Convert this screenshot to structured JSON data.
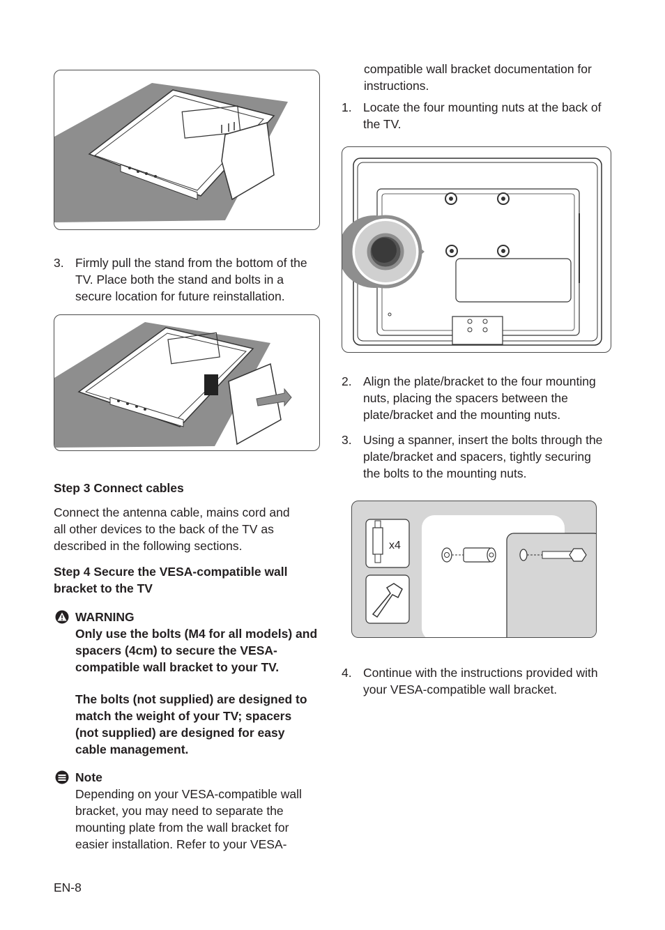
{
  "left": {
    "step3_item": {
      "number": "3.",
      "text": "Firmly pull the stand from the bottom of the TV. Place both the stand and bolts in a secure location for future reinstallation."
    },
    "step3_heading": "Step 3 Connect cables",
    "step3_body": "Connect the antenna cable, mains cord and all other devices to the back of the TV as described in the following sections.",
    "step4_heading": "Step 4 Secure the VESA-compatible wall bracket to the TV",
    "warning": {
      "title": "WARNING",
      "icon": "warning-triangle-icon",
      "paragraph1": "Only use the bolts (M4 for all models) and spacers (4cm) to secure the VESA-compatible wall bracket to your TV.",
      "paragraph2": "The bolts (not supplied) are designed to match the weight of your TV; spacers (not supplied) are designed for easy cable management."
    },
    "note": {
      "title": "Note",
      "icon": "note-icon",
      "body": "Depending on your VESA-compatible wall bracket, you may need to separate the mounting plate from the wall bracket for easier installation. Refer to your VESA-"
    }
  },
  "right": {
    "continuation": "compatible wall bracket documentation for instructions.",
    "items": [
      {
        "number": "1.",
        "text": "Locate the four mounting nuts at the back of the TV."
      },
      {
        "number": "2.",
        "text": "Align the plate/bracket to the four mounting nuts, placing the spacers between the plate/bracket and the mounting nuts."
      },
      {
        "number": "3.",
        "text": "Using a spanner, insert the bolts through the plate/bracket and spacers, tightly securing the bolts to the mounting nuts."
      },
      {
        "number": "4.",
        "text": "Continue with the instructions provided with your VESA-compatible wall bracket."
      }
    ],
    "bolt_quantity_label": "x4"
  },
  "footer": {
    "page_number": "EN-8"
  },
  "colors": {
    "text": "#231f20",
    "figure_gray": "#8a8a8a",
    "figure_light_gray": "#d6d6d6"
  }
}
